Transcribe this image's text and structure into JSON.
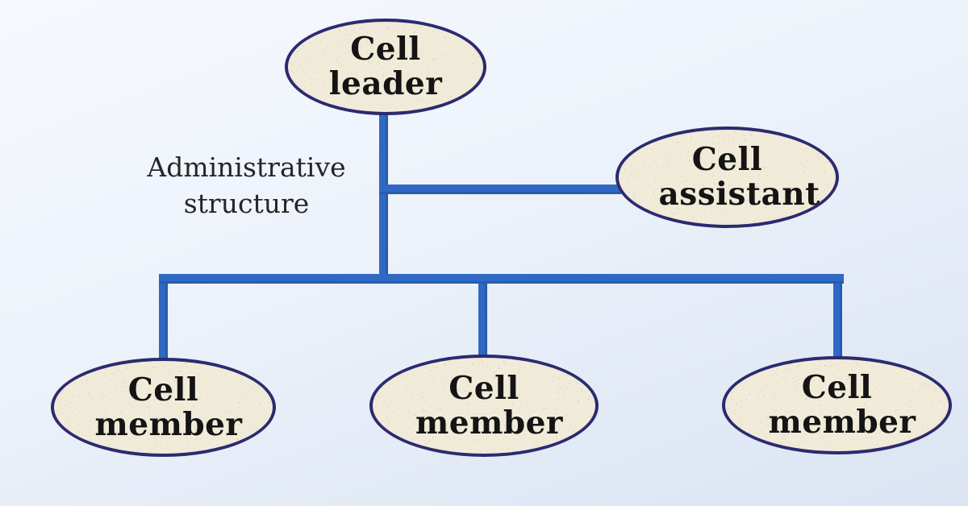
{
  "diagram": {
    "caption": "Administrative structure",
    "nodes": [
      {
        "id": "cell-leader",
        "label": "Cell leader"
      },
      {
        "id": "cell-assistant",
        "label": "Cell assistant"
      },
      {
        "id": "cell-member-1",
        "label": "Cell member"
      },
      {
        "id": "cell-member-2",
        "label": "Cell member"
      },
      {
        "id": "cell-member-3",
        "label": "Cell member"
      }
    ],
    "edges": [
      {
        "from": "cell-leader",
        "to": "cell-assistant"
      },
      {
        "from": "cell-leader",
        "to": "cell-member-1"
      },
      {
        "from": "cell-leader",
        "to": "cell-member-2"
      },
      {
        "from": "cell-leader",
        "to": "cell-member-3"
      }
    ],
    "colors": {
      "connector": "#2f69c5",
      "connector_edge": "#235096",
      "node_fill": "#f1ebd9",
      "node_border": "#2c2a70",
      "label_text": "#141414",
      "caption_text": "#262626",
      "background_top": "#f6f8fe",
      "background_bottom": "#dbe4f2"
    }
  }
}
